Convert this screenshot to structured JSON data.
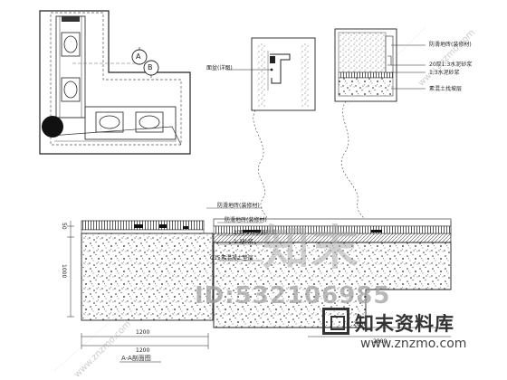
{
  "callouts": {
    "a": "A",
    "b": "B"
  },
  "labels": {
    "detail1_note": "面盆(详图)",
    "detail2_note1": "防滑地砖(装修材)",
    "detail2_note2": "20厚1:3水泥砂浆",
    "detail2_note3": "1:3水泥砂浆",
    "detail2_note4": "素混土找坡层",
    "section_top": "防滑地砖(装修材)",
    "section_n1": "防滑地砖(装修材)",
    "section_n2": "20厚1:3水泥砂浆",
    "section_n3": "1:3砂浆",
    "section_n4": "C15素混凝土垫层",
    "dim_left_top": "50",
    "dim_left_mid": "1000",
    "dim_bottom_left": "1200",
    "dim_bottom_left2": "1200",
    "dim_bottom_right": "2800",
    "dim_bottom_right2": "2800",
    "section_title": "A-A剖面图"
  },
  "watermark": {
    "big": "知末",
    "id": "ID:532106985",
    "brand": "知末资料库",
    "url": "www.znzmo.com",
    "diag": "www.znzmo.com"
  }
}
